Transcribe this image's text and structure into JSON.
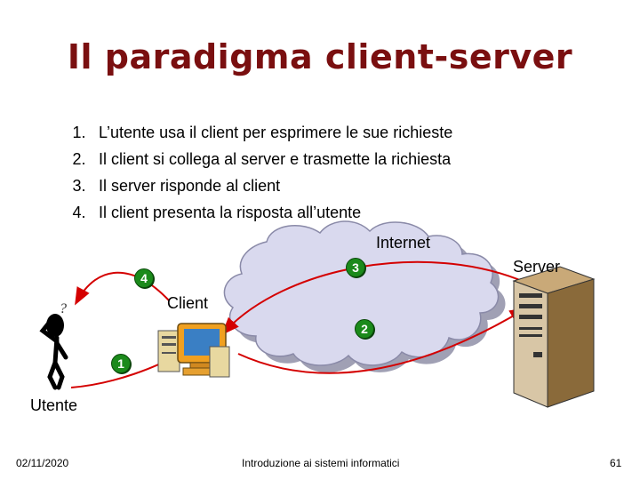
{
  "slide": {
    "title": "Il paradigma client-server",
    "steps": [
      {
        "num": "1.",
        "text": "L’utente usa il client per esprimere le sue richieste"
      },
      {
        "num": "2.",
        "text": "Il client si collega al server e trasmette la richiesta"
      },
      {
        "num": "3.",
        "text": "Il server risponde al client"
      },
      {
        "num": "4.",
        "text": "Il client presenta la risposta all’utente"
      }
    ]
  },
  "diagram": {
    "internet_label": "Internet",
    "server_label": "Server",
    "client_label": "Client",
    "user_label": "Utente",
    "question_mark": "?",
    "badges": [
      "1",
      "2",
      "3",
      "4"
    ],
    "colors": {
      "arrow": "#d40000",
      "badge": "#1b8a1b",
      "cloud": "#d9d9ee",
      "title": "#7a0f10"
    }
  },
  "footer": {
    "date": "02/11/2020",
    "course": "Introduzione ai sistemi informatici",
    "page": "61"
  }
}
